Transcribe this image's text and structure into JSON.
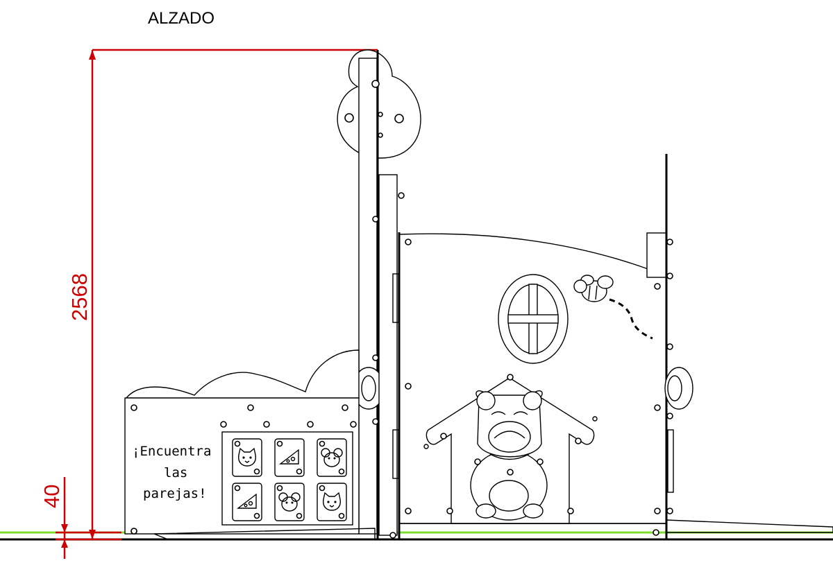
{
  "view_title": "ALZADO",
  "dimensions": {
    "total_height": "2568",
    "ground_clearance": "40"
  },
  "game_panel": {
    "line1": "¡Encuentra",
    "line2": "las",
    "line3": "parejas!",
    "tiles": [
      "cat-icon",
      "cheese-icon",
      "mouse-icon",
      "cheese-icon",
      "mouse-icon",
      "cat-icon"
    ]
  },
  "colors": {
    "dimension": "#cc0000",
    "ground": "#7cdc2a",
    "lines": "#000000"
  }
}
